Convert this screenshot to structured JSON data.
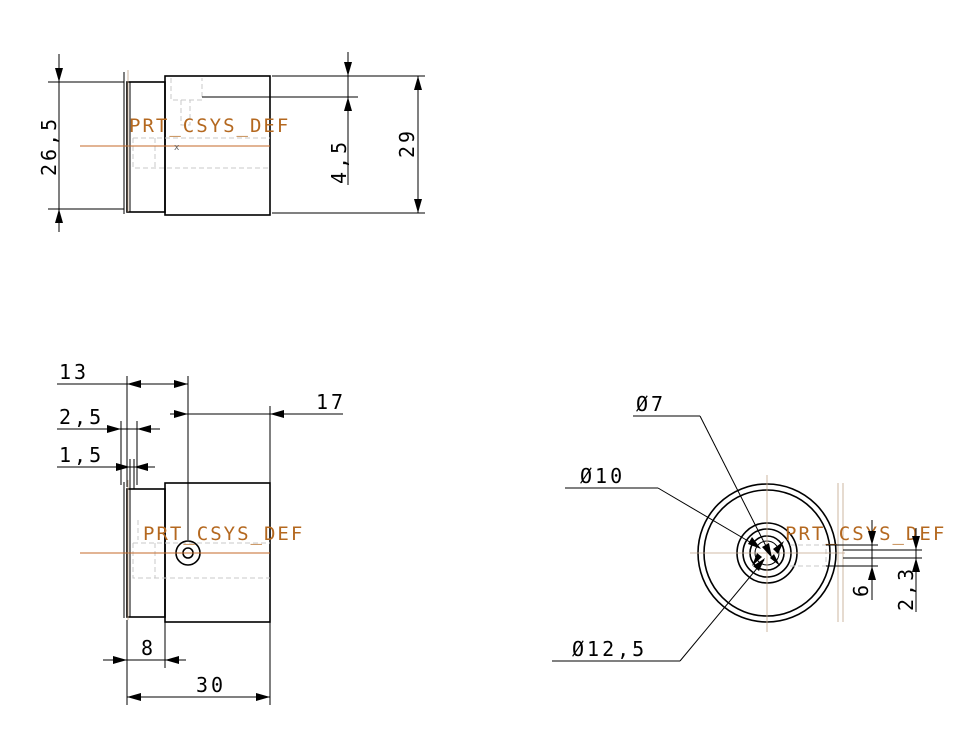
{
  "views": {
    "top": {
      "csys_label": "PRT_CSYS_DEF",
      "dim_overall_dia": "29",
      "dim_small_dia": "26,5",
      "dim_slot": "4,5"
    },
    "front": {
      "csys_label": "PRT_CSYS_DEF",
      "dim_13": "13",
      "dim_17": "17",
      "dim_2_5": "2,5",
      "dim_1_5": "1,5",
      "dim_8": "8",
      "dim_30": "30"
    },
    "side": {
      "csys_label": "PRT_CSYS_DEF",
      "dim_dia_7": "Ø7",
      "dim_dia_10": "Ø10",
      "dim_dia_12_5": "Ø12,5",
      "dim_6": "6",
      "dim_2_3": "2,3"
    }
  }
}
